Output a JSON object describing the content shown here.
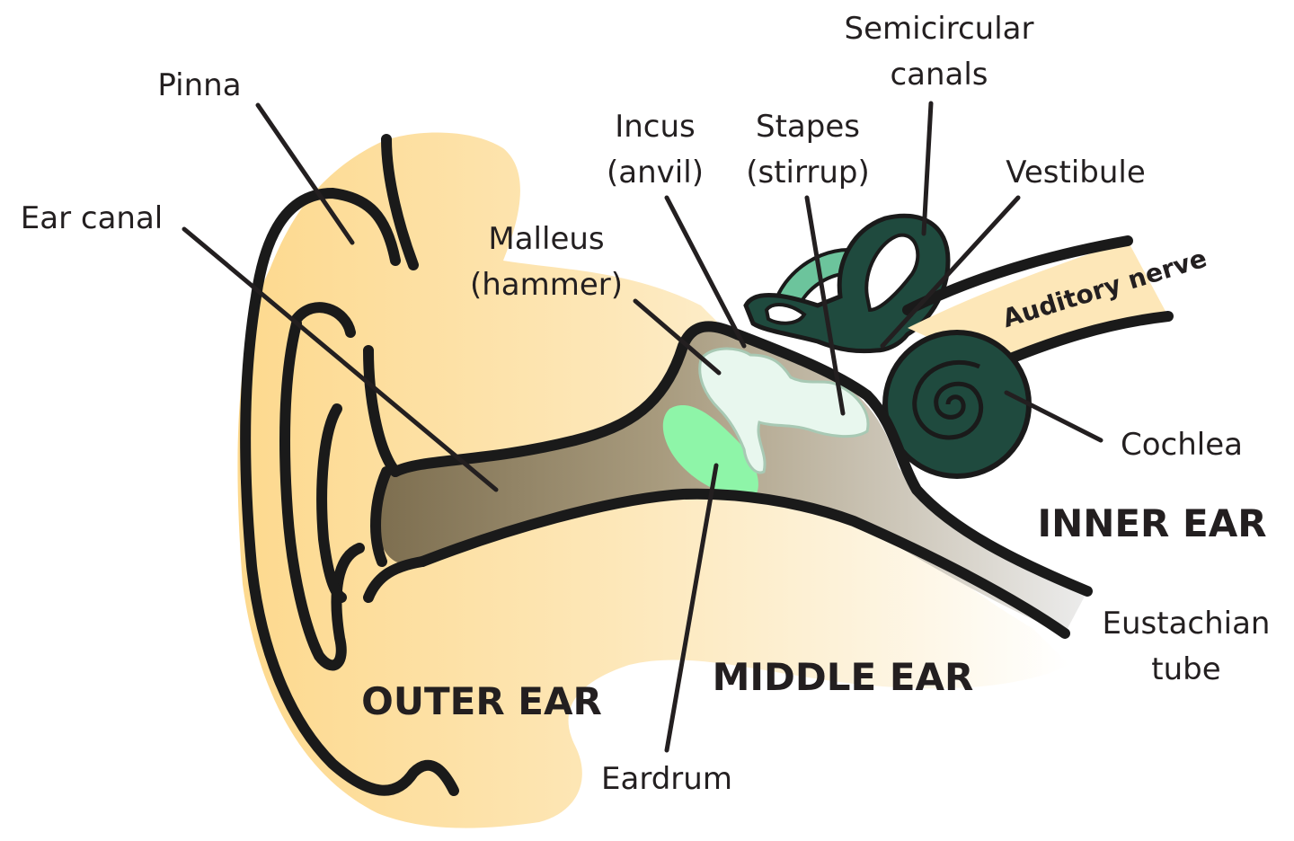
{
  "labels": {
    "pinna": "Pinna",
    "ear_canal": "Ear canal",
    "malleus_1": "Malleus",
    "malleus_2": "(hammer)",
    "incus_1": "Incus",
    "incus_2": "(anvil)",
    "stapes_1": "Stapes",
    "stapes_2": "(stirrup)",
    "semicircular_1": "Semicircular",
    "semicircular_2": "canals",
    "vestibule": "Vestibule",
    "auditory_nerve": "Auditory nerve",
    "cochlea": "Cochlea",
    "eustachian_1": "Eustachian",
    "eustachian_2": "tube",
    "eardrum": "Eardrum"
  },
  "regions": {
    "outer": "OUTER EAR",
    "middle": "MIDDLE EAR",
    "inner": "INNER EAR"
  },
  "colors": {
    "skin": "#fde1a4",
    "canal_dark": "#8a7a5c",
    "eardrum": "#8ef5a8",
    "ossicles": "#e8f7ee",
    "inner_ear": "#1f4a3e",
    "semicircular_light": "#6cc49c",
    "outline": "#1a1a1a"
  }
}
